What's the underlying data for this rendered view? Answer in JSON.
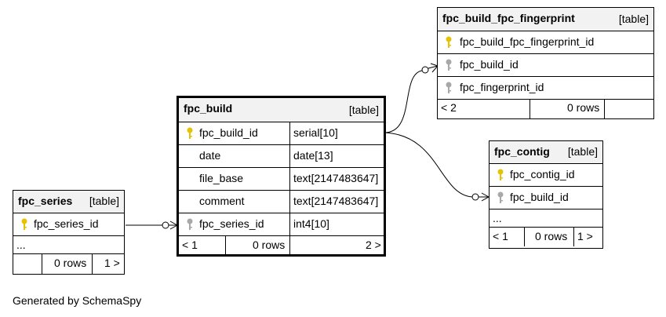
{
  "footer_text": "Generated by SchemaSpy",
  "colors": {
    "primary_key": "#e6c200",
    "foreign_key": "#a8a8a8",
    "header_bg": "#f2f2f2"
  },
  "tables": {
    "fpc_build": {
      "name": "fpc_build",
      "kind": "[table]",
      "columns": [
        {
          "name": "fpc_build_id",
          "type": "serial[10]",
          "key": "primary"
        },
        {
          "name": "date",
          "type": "date[13]",
          "key": "none"
        },
        {
          "name": "file_base",
          "type": "text[2147483647]",
          "key": "none"
        },
        {
          "name": "comment",
          "type": "text[2147483647]",
          "key": "none"
        },
        {
          "name": "fpc_series_id",
          "type": "int4[10]",
          "key": "foreign"
        }
      ],
      "footer": {
        "parents": "< 1",
        "rows": "0 rows",
        "children": "2 >"
      }
    },
    "fpc_series": {
      "name": "fpc_series",
      "kind": "[table]",
      "columns": [
        {
          "name": "fpc_series_id",
          "key": "primary"
        }
      ],
      "more": "...",
      "footer": {
        "parents": "",
        "rows": "0 rows",
        "children": "1 >"
      }
    },
    "fpc_build_fpc_fingerprint": {
      "name": "fpc_build_fpc_fingerprint",
      "kind": "[table]",
      "columns": [
        {
          "name": "fpc_build_fpc_fingerprint_id",
          "key": "primary"
        },
        {
          "name": "fpc_build_id",
          "key": "foreign"
        },
        {
          "name": "fpc_fingerprint_id",
          "key": "foreign"
        }
      ],
      "footer": {
        "parents": "< 2",
        "rows": "0 rows",
        "children": ""
      }
    },
    "fpc_contig": {
      "name": "fpc_contig",
      "kind": "[table]",
      "columns": [
        {
          "name": "fpc_contig_id",
          "key": "primary"
        },
        {
          "name": "fpc_build_id",
          "key": "foreign"
        }
      ],
      "more": "...",
      "footer": {
        "parents": "< 1",
        "rows": "0 rows",
        "children": "1 >"
      }
    }
  }
}
